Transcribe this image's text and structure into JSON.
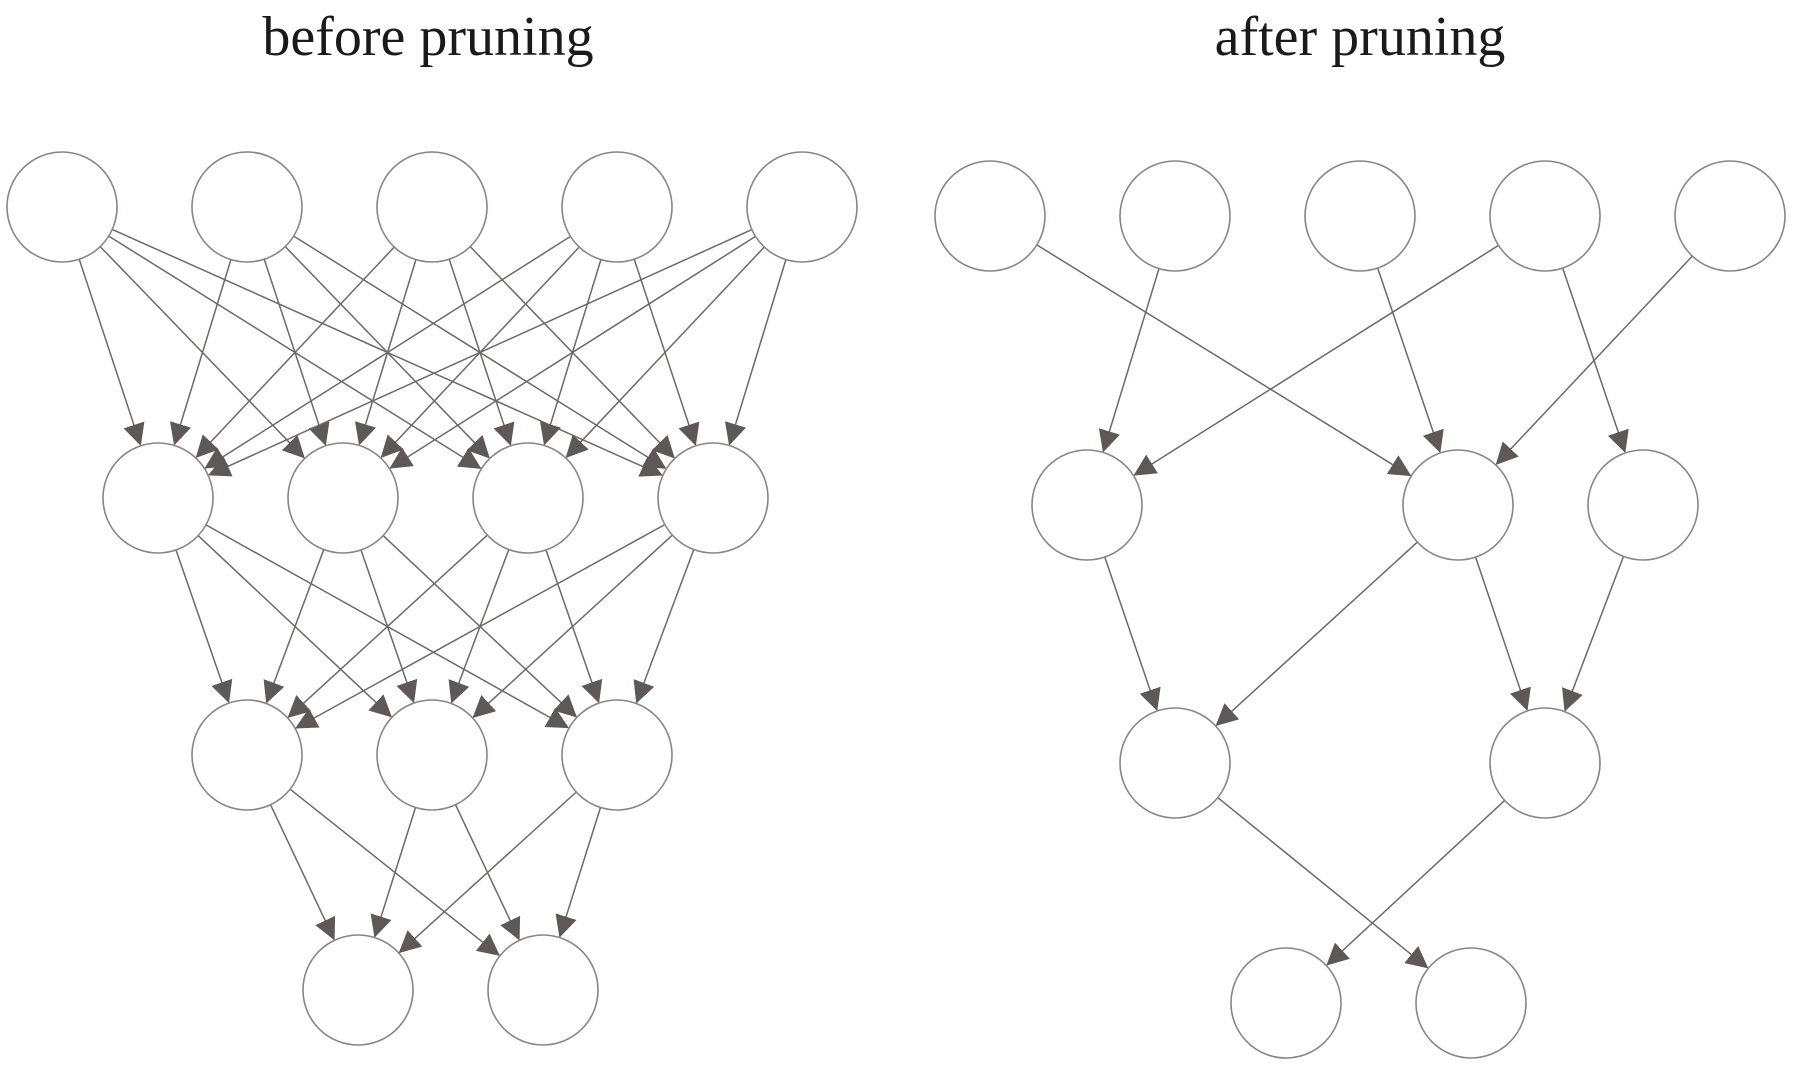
{
  "titles": {
    "left": "before pruning",
    "right": "after pruning"
  },
  "colors": {
    "node_stroke": "#8a8584",
    "edge": "#6e6867",
    "arrowhead": "#5e5857"
  },
  "networks": {
    "before": {
      "layers": [
        5,
        4,
        3,
        2
      ],
      "fully_connected": true
    },
    "after": {
      "layers": [
        5,
        3,
        2,
        2
      ],
      "edges": [
        [
          [
            0,
            0
          ],
          [
            1,
            1
          ]
        ],
        [
          [
            0,
            1
          ],
          [
            1,
            0
          ]
        ],
        [
          [
            0,
            2
          ],
          [
            1,
            1
          ]
        ],
        [
          [
            0,
            3
          ],
          [
            1,
            0
          ]
        ],
        [
          [
            0,
            3
          ],
          [
            1,
            2
          ]
        ],
        [
          [
            0,
            4
          ],
          [
            1,
            1
          ]
        ],
        [
          [
            1,
            0
          ],
          [
            2,
            0
          ]
        ],
        [
          [
            1,
            1
          ],
          [
            2,
            0
          ]
        ],
        [
          [
            1,
            1
          ],
          [
            2,
            1
          ]
        ],
        [
          [
            1,
            2
          ],
          [
            2,
            1
          ]
        ],
        [
          [
            2,
            0
          ],
          [
            3,
            1
          ]
        ],
        [
          [
            2,
            1
          ],
          [
            3,
            0
          ]
        ]
      ]
    }
  }
}
